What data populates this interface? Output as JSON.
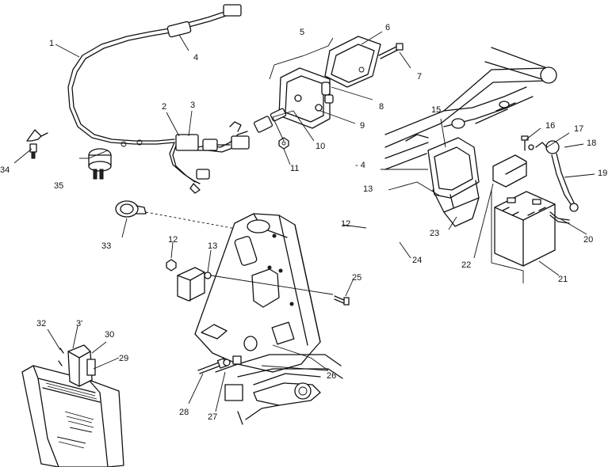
{
  "figure": {
    "background": "#ffffff",
    "ink": "#111111"
  },
  "callouts": {
    "c1": "1",
    "c2": "2",
    "c3": "3",
    "c4": "4",
    "c5": "5",
    "c6": "6",
    "c7": "7",
    "c8": "8",
    "c9": "9",
    "c10": "10",
    "c11": "11",
    "c12a": "12",
    "c12b": "12",
    "c13a": "13",
    "c13b": "13",
    "c14": "- 4",
    "c15": "15",
    "c16": "16",
    "c17": "17",
    "c18": "18",
    "c19": "19",
    "c20": "20",
    "c21": "21",
    "c22": "22",
    "c23": "23",
    "c24": "24",
    "c25": "25",
    "c26": "26",
    "c27": "27",
    "c28": "28",
    "c29": "29",
    "c30": "30",
    "c31": "3'",
    "c32": "32",
    "c33": "33",
    "c34": "34",
    "c35": "35"
  }
}
